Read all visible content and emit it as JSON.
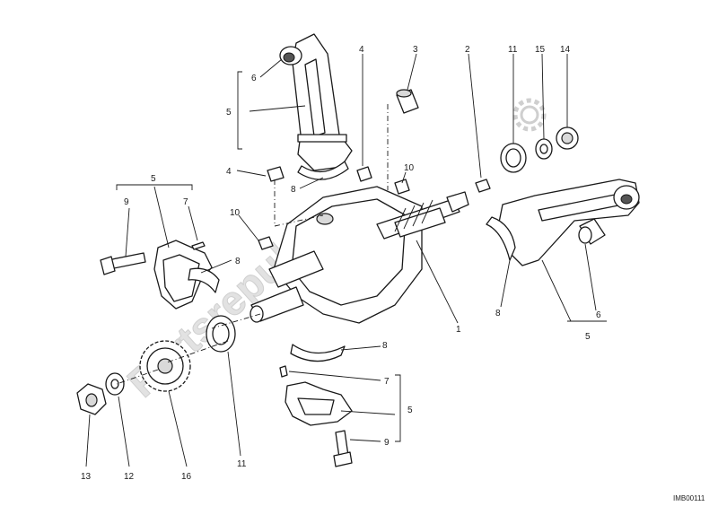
{
  "diagram": {
    "code": "IMB00111",
    "watermark_text": "Partsrepublik",
    "callouts": {
      "c1": "1",
      "c2": "2",
      "c3": "3",
      "c4a": "4",
      "c4b": "4",
      "c5a": "5",
      "c5b": "5",
      "c5c": "5",
      "c5d": "5",
      "c6a": "6",
      "c6b": "6",
      "c7a": "7",
      "c7b": "7",
      "c8a": "8",
      "c8b": "8",
      "c8c": "8",
      "c8d": "8",
      "c9a": "9",
      "c9b": "9",
      "c10a": "10",
      "c10b": "10",
      "c11a": "11",
      "c11b": "11",
      "c12": "12",
      "c13": "13",
      "c14": "14",
      "c15": "15",
      "c16": "16"
    }
  }
}
